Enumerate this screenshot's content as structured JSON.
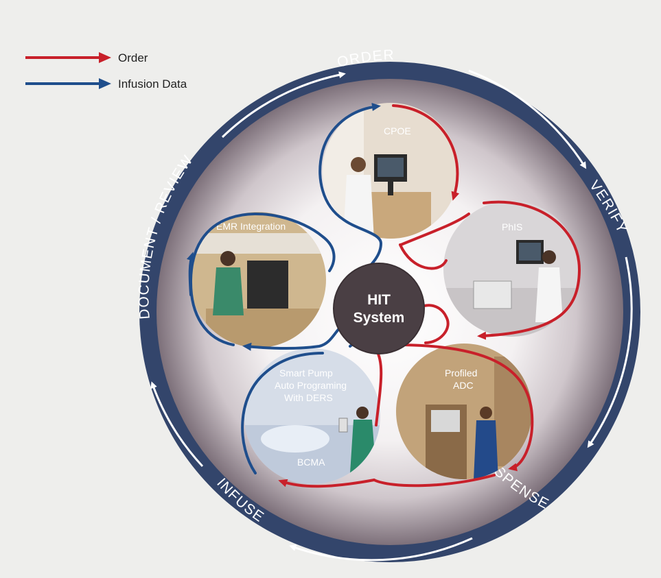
{
  "legend": {
    "order_label": "Order",
    "infusion_label": "Infusion Data"
  },
  "ring": {
    "order": "ORDER",
    "verify": "VERIFY",
    "dispense": "DISPENSE",
    "infuse": "INFUSE",
    "document_review": "DOCUMENT / REVIEW"
  },
  "hub": {
    "line1": "HIT",
    "line2": "System"
  },
  "nodes": {
    "cpoe": "CPOE",
    "phis": "PhIS",
    "adc_line1": "Profiled",
    "adc_line2": "ADC",
    "pump_line1": "Smart Pump",
    "pump_line2": "Auto Programing",
    "pump_line3": "With DERS",
    "bcma": "BCMA",
    "emr": "EMR Integration"
  },
  "colors": {
    "order_arrow": "#c8202a",
    "infusion_arrow": "#1f4e8c",
    "outer_ring": "#33456b",
    "hub": "#4a3f44"
  }
}
